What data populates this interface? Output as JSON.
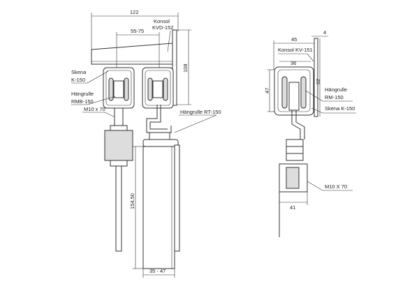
{
  "left_view": {
    "dim_width": "122",
    "dim_spacing": "55-75",
    "dim_height": "108",
    "dim_door": "154.50",
    "dim_door_thickness": "35 - 47",
    "konsol_line1": "Konsol",
    "konsol_line2": "KVD-152",
    "skena_line1": "Skena",
    "skena_line2": "K-150",
    "hangrulle_line1": "Hängrulle",
    "hangrulle_line2": "RMB-150",
    "bolt": "M10 x 70",
    "hangrulle_rt": "Hängrulle RT-150"
  },
  "right_view": {
    "dim_width": "45",
    "dim_plate": "4",
    "dim_inner": "36",
    "dim_height": "47",
    "dim_side": "62",
    "dim_bracket": "41",
    "konsol": "Konsol KV-151",
    "hangrulle_line1": "Hängrulle",
    "hangrulle_line2": "RM-150",
    "skena": "Skena K-150",
    "bolt": "M10 X 70"
  }
}
